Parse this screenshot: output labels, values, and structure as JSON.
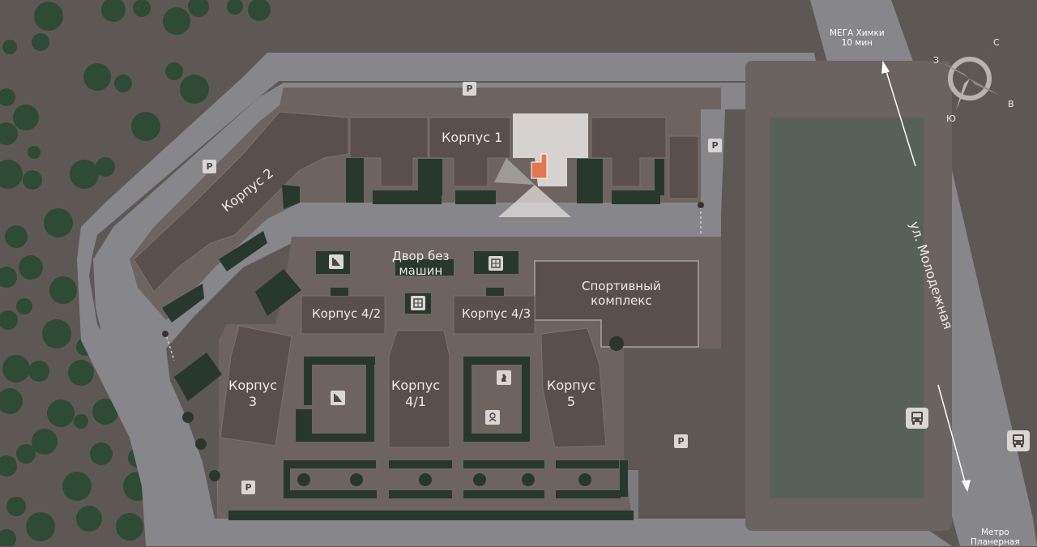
{
  "map": {
    "buildings": {
      "korpus1": "Корпус 1",
      "korpus2": "Корпус 2",
      "korpus3": "Корпус\n3",
      "korpus4_1": "Корпус\n4/1",
      "korpus4_2": "Корпус 4/2",
      "korpus4_3": "Корпус 4/3",
      "korpus5": "Корпус\n5"
    },
    "areas": {
      "yard": "Двор без\nмашин",
      "sport": "Спортивный\nкомплекс"
    },
    "street": "ул. Молодежная",
    "destinations": {
      "mega": "МЕГА Химки\n10 мин",
      "metro": "Метро\nПланерная"
    },
    "compass": {
      "n": "С",
      "w": "З",
      "e": "В",
      "s": "Ю"
    },
    "parking_label": "P",
    "icons": {
      "parking": "parking-icon",
      "bus": "bus-stop-icon",
      "playground": "playground-icon",
      "sports": "sports-ground-icon",
      "chess": "chess-icon",
      "kids": "kids-area-icon",
      "compass": "compass-rose-icon"
    }
  },
  "colors": {
    "ground": "#5e5854",
    "road": "#87868b",
    "block": "#6d6460",
    "building": "#5a4f4c",
    "green": "#28382c",
    "tree": "#2f4a35",
    "selected": "#e07852",
    "highlight": "#d6d2cf"
  }
}
